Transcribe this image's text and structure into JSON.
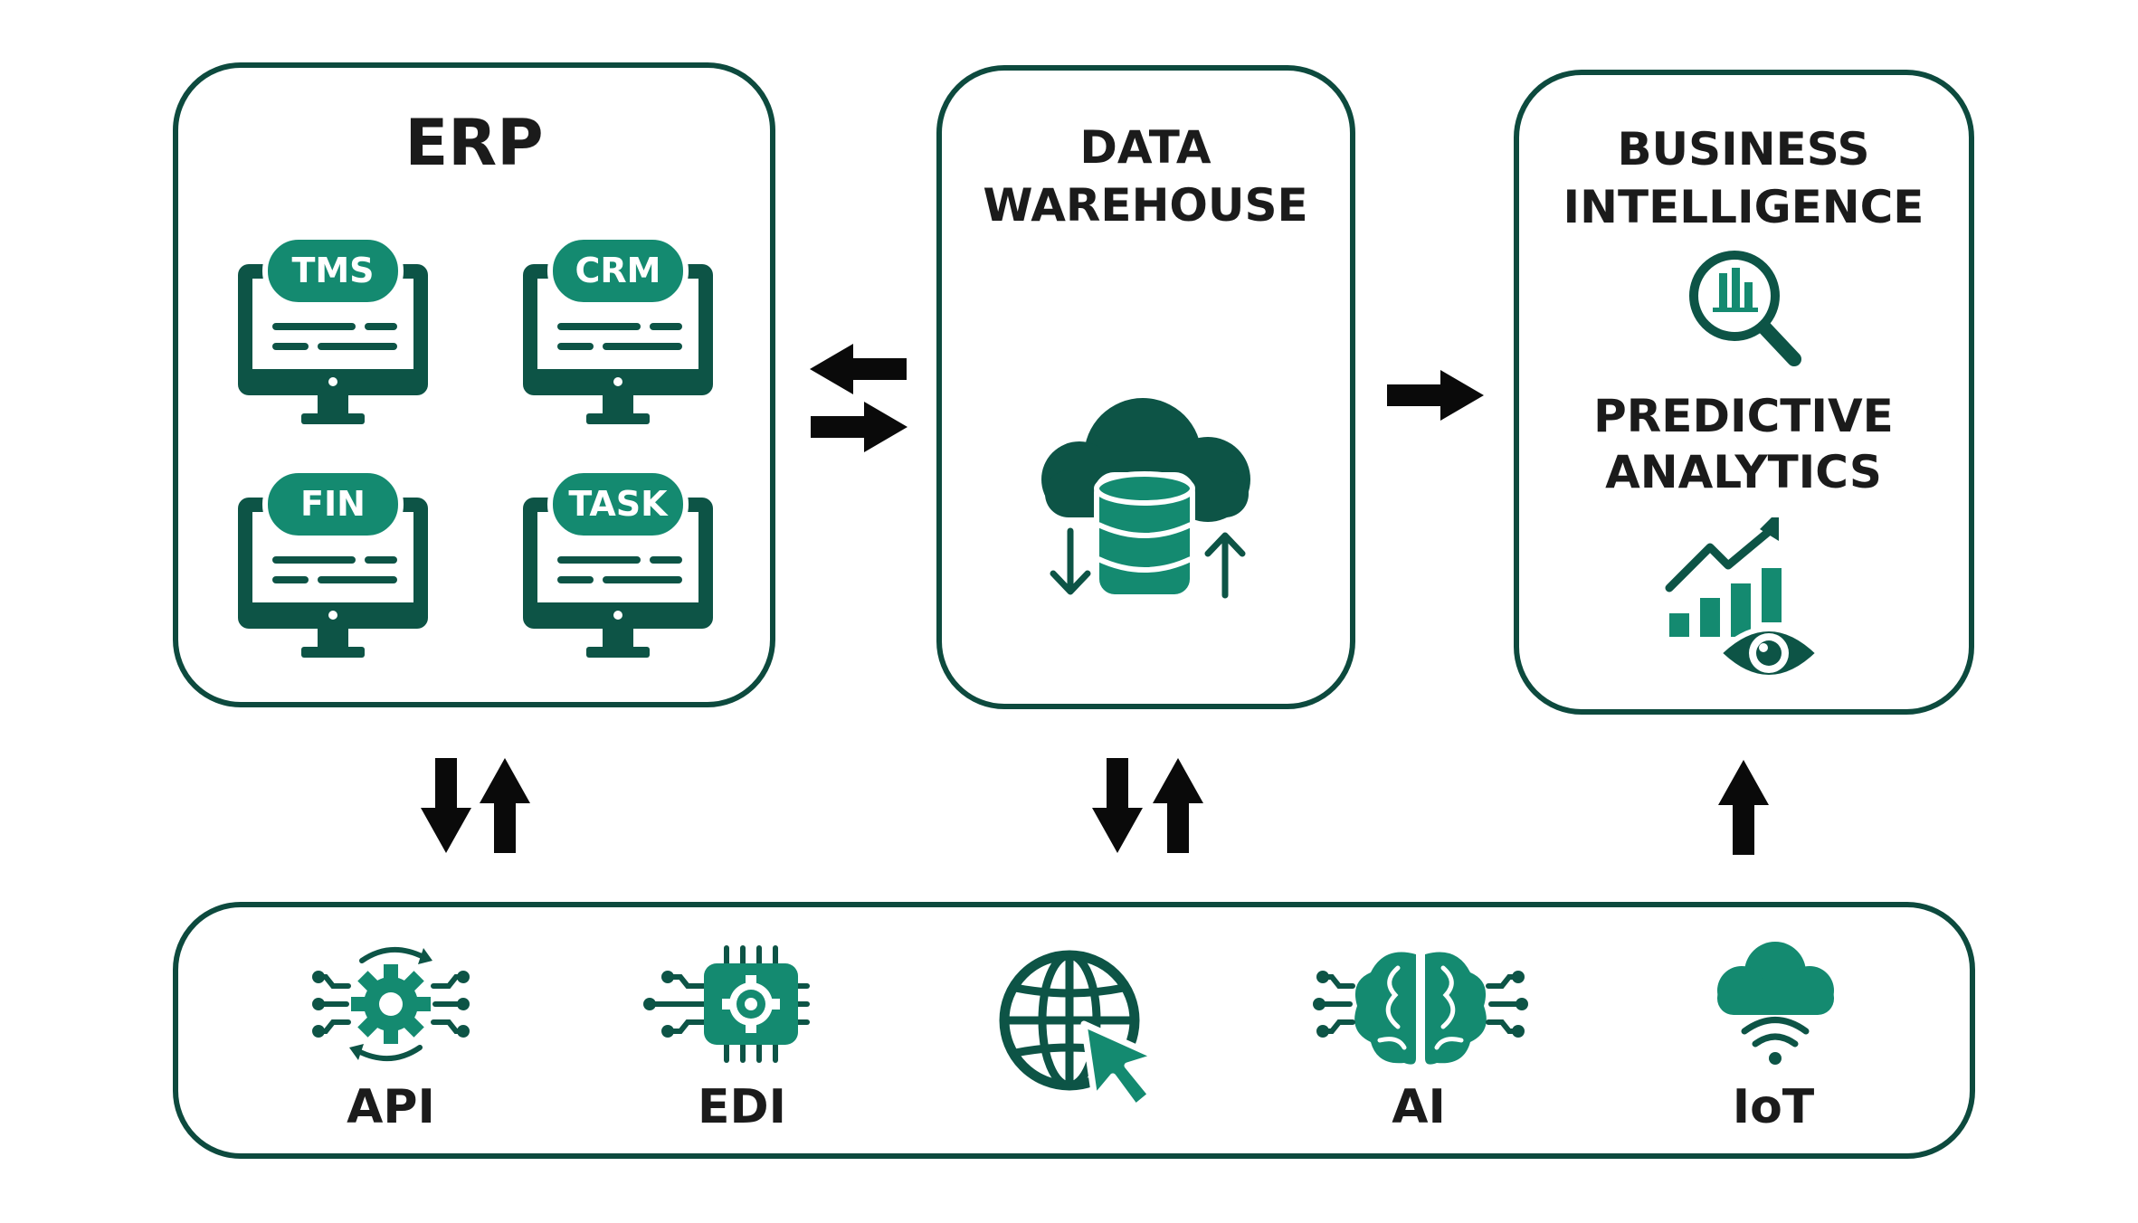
{
  "colors": {
    "dark_green": "#0d5446",
    "teal": "#148a70",
    "border": "#0d4a3e",
    "arrow": "#0a0a0a",
    "text": "#1b1b1b"
  },
  "erp": {
    "title": "ERP",
    "modules": [
      "TMS",
      "CRM",
      "FIN",
      "TASK"
    ]
  },
  "warehouse": {
    "title_line1": "DATA",
    "title_line2": "WAREHOUSE",
    "icon": "cloud-database-icon"
  },
  "bi": {
    "title_line1": "BUSINESS",
    "title_line2": "INTELLIGENCE",
    "icon": "magnifier-chart-icon",
    "predictive_line1": "PREDICTIVE",
    "predictive_line2": "ANALYTICS",
    "predictive_icon": "growth-chart-eye-icon"
  },
  "integrations": {
    "items": [
      {
        "label": "API",
        "icon": "gear-circuit-icon"
      },
      {
        "label": "EDI",
        "icon": "chip-gear-icon"
      },
      {
        "label": "",
        "icon": "globe-cursor-icon"
      },
      {
        "label": "AI",
        "icon": "brain-circuit-icon"
      },
      {
        "label": "IoT",
        "icon": "cloud-wifi-icon"
      }
    ]
  }
}
